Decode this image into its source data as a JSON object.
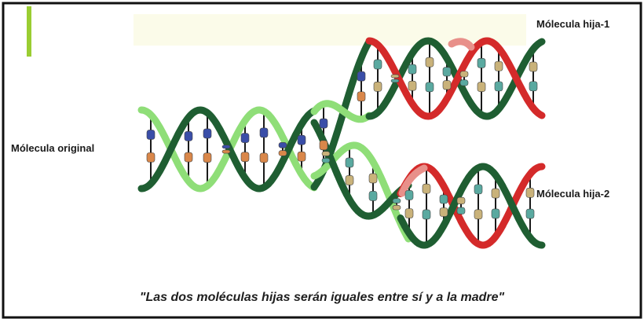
{
  "labels": {
    "original": "Mólecula original",
    "daughter1": "Mólecula hija-1",
    "daughter2": "Mólecula hija-2"
  },
  "caption": "\"Las dos moléculas hijas serán iguales entre sí y a la madre\"",
  "colors": {
    "parent_strand_dark": "#1f5e32",
    "parent_strand_light": "#8fde78",
    "new_strand_red": "#d42a2a",
    "new_strand_pink": "#e8908a",
    "frame_border": "#111111",
    "accent_bar": "#9acd32",
    "base_blue": "#3a4ea8",
    "base_teal": "#5aa9a0",
    "base_orange": "#d9874a",
    "base_tan": "#c9b27a"
  }
}
